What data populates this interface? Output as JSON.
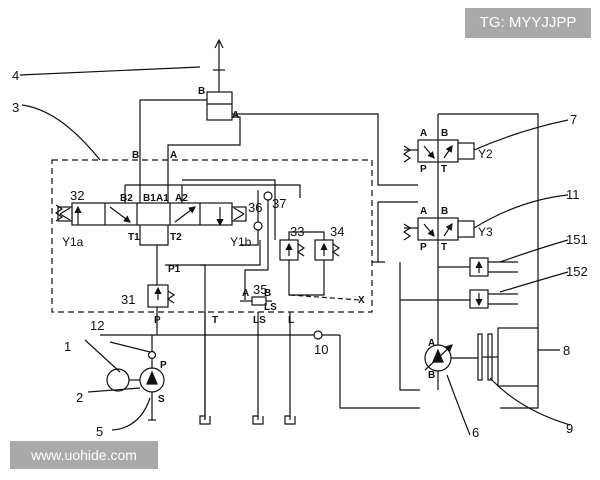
{
  "watermarks": {
    "top": "TG: MYYJJPP",
    "bottom": "www.uohide.com"
  },
  "callouts": [
    "1",
    "2",
    "3",
    "4",
    "5",
    "6",
    "7",
    "8",
    "9",
    "10",
    "11",
    "12",
    "31",
    "32",
    "33",
    "34",
    "35",
    "36",
    "37",
    "151",
    "152"
  ],
  "labels": {
    "A": "A",
    "B": "B",
    "P": "P",
    "T": "T",
    "S": "S",
    "L": "L",
    "LS": "LS",
    "X": "X",
    "A1": "A1",
    "A2": "A2",
    "B1": "B1",
    "B2": "B2",
    "T1": "T1",
    "T2": "T2",
    "P1": "P1",
    "Y1a": "Y1a",
    "Y1b": "Y1b",
    "Y2": "Y2",
    "Y3": "Y3"
  }
}
